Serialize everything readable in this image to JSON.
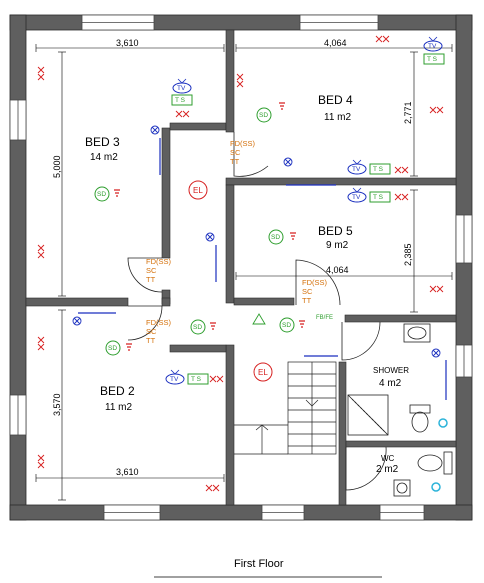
{
  "caption": "First Floor",
  "rooms": {
    "bed3": {
      "name": "BED 3",
      "area": "14 m2"
    },
    "bed4": {
      "name": "BED 4",
      "area": "11 m2"
    },
    "bed5": {
      "name": "BED 5",
      "area": "9 m2"
    },
    "bed2": {
      "name": "BED 2",
      "area": "11 m2"
    },
    "shower": {
      "name": "SHOWER",
      "area": "4 m2"
    },
    "wc": {
      "name": "WC",
      "area": "2 m2"
    }
  },
  "dimensions": {
    "bed3_width": "3,610",
    "bed3_height": "5,000",
    "bed4_width": "4,064",
    "bed4_height": "2,771",
    "bed5_width": "4,064",
    "bed5_height": "2,385",
    "bed2_height": "3,570",
    "bed2_width": "3,610"
  },
  "fire_door": {
    "line1": "FD(SS)",
    "line2": "SC",
    "line3": "TT"
  },
  "symbols": {
    "sd": "SD",
    "el": "EL",
    "tv": "TV",
    "ts": "T S",
    "fb": "FB/FE"
  },
  "colors": {
    "wall": "#5f5f5f",
    "fire_door_text": "#d4700a",
    "smoke_detector": "#2e9e2e",
    "emergency_light": "#d62020",
    "tv": "#1a2fbf",
    "socket": "#d62020",
    "cyan_fixture": "#2bb3d9"
  }
}
